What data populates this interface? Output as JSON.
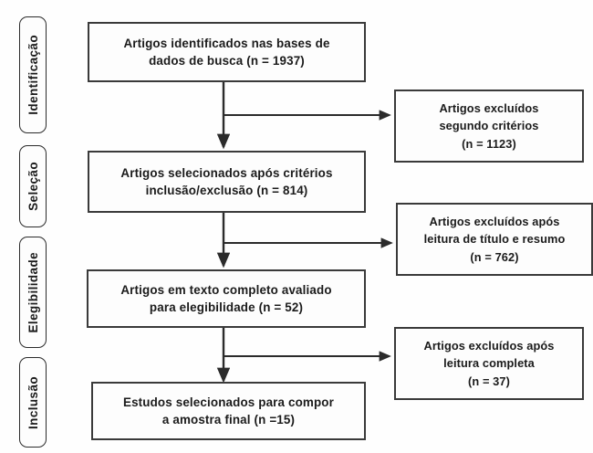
{
  "diagram": {
    "title": "PRISMA flow diagram",
    "language": "pt-BR",
    "colors": {
      "border": "#3a3a3a",
      "text": "#1b1b1b",
      "background": "#fefefe",
      "connector": "#2b2b2b"
    },
    "stages": [
      {
        "id": "identificacao",
        "label": "Identificação"
      },
      {
        "id": "selecao",
        "label": "Seleção"
      },
      {
        "id": "elegibilidade",
        "label": "Elegibilidade"
      },
      {
        "id": "inclusao",
        "label": "Inclusão"
      }
    ],
    "flow_boxes": [
      {
        "id": "identified",
        "text": "Artigos identificados nas bases de\ndados de busca (n = 1937)",
        "n": 1937
      },
      {
        "id": "selected",
        "text": "Artigos selecionados após critérios\ninclusão/exclusão (n = 814)",
        "n": 814
      },
      {
        "id": "fulltext",
        "text": "Artigos em texto completo avaliado\npara elegibilidade (n = 52)",
        "n": 52
      },
      {
        "id": "included",
        "text": "Estudos selecionados para compor\na amostra final (n =15)",
        "n": 15
      }
    ],
    "exclusion_boxes": [
      {
        "id": "excluded-criteria",
        "text": "Artigos excluídos\nsegundo critérios\n(n = 1123)",
        "n": 1123
      },
      {
        "id": "excluded-title-abstract",
        "text": "Artigos excluídos após\nleitura de título e resumo\n(n = 762)",
        "n": 762
      },
      {
        "id": "excluded-fulltext",
        "text": "Artigos excluídos após\nleitura completa\n(n = 37)",
        "n": 37
      }
    ]
  }
}
